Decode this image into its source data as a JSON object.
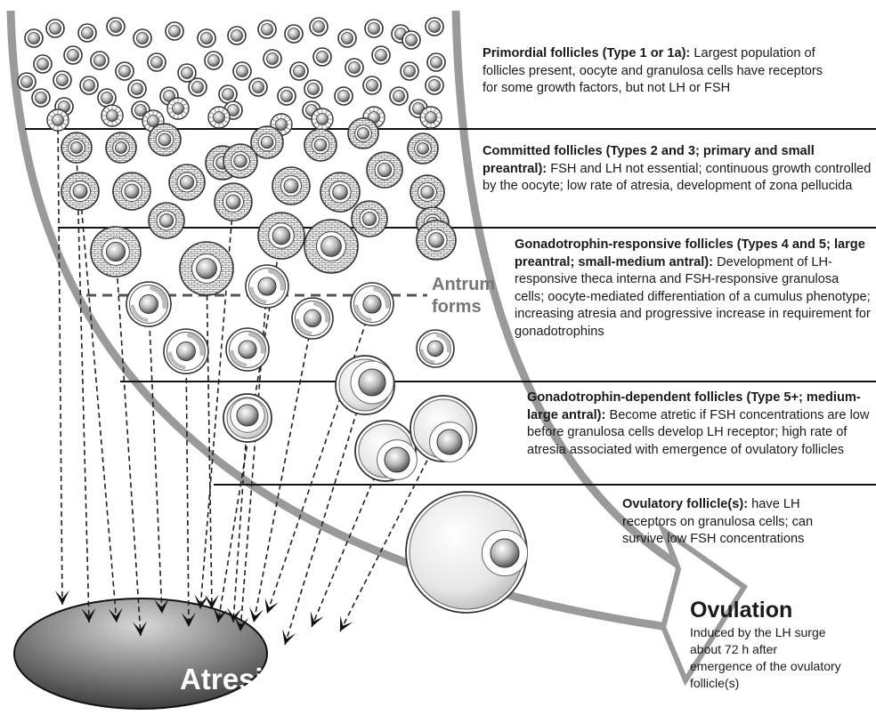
{
  "stages": [
    {
      "title": "Primordial follicles (Type 1 or 1a):",
      "desc": "Largest population of follicles present, oocyte and granulosa cells have receptors for some growth factors, but not LH or FSH"
    },
    {
      "title": "Committed follicles (Types 2 and 3; primary and small preantral):",
      "desc": "FSH and LH not essential; continuous growth controlled by the oocyte; low rate of atresia, development of zona pellucida"
    },
    {
      "title": "Gonadotrophin-responsive follicles (Types 4 and 5; large preantral; small-medium antral):",
      "desc": "Development of LH-responsive theca interna and FSH-responsive granulosa cells; oocyte-mediated differentiation of a cumulus phenotype; increasing atresia and progressive increase in requirement for gonadotrophins"
    },
    {
      "title": "Gonadotrophin-dependent follicles (Type 5+; medium-large antral):",
      "desc": "Become atretic if FSH concentrations are low before granulosa cells develop LH receptor; high rate of atresia associated with emergence of ovulatory follicles"
    },
    {
      "title": "Ovulatory follicle(s):",
      "desc": "have LH receptors on granulosa cells; can survive low FSH concentrations"
    }
  ],
  "antrum_label": "Antrum forms",
  "ovulation": {
    "title": "Ovulation",
    "desc": "Induced by the LH surge about 72 h after emergence of the ovulatory follicle(s)"
  },
  "atresia_label": "Atresia"
}
